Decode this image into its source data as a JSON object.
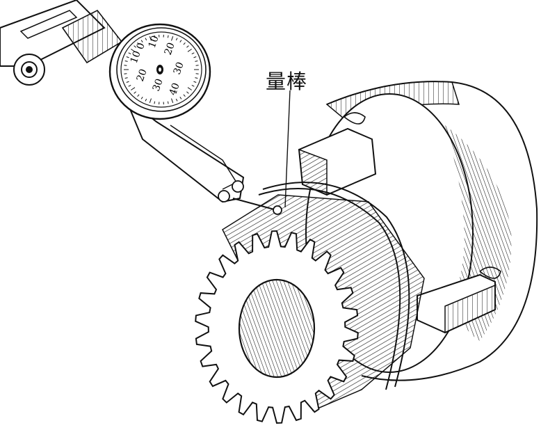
{
  "callout": {
    "text": "量棒"
  },
  "dial": {
    "ticks_upper": [
      "0",
      "10",
      "10",
      "20",
      "30"
    ],
    "ticks_lower": [
      "10",
      "20",
      "30",
      "40"
    ]
  },
  "colors": {
    "ink": "#111111",
    "paper": "#ffffff"
  }
}
